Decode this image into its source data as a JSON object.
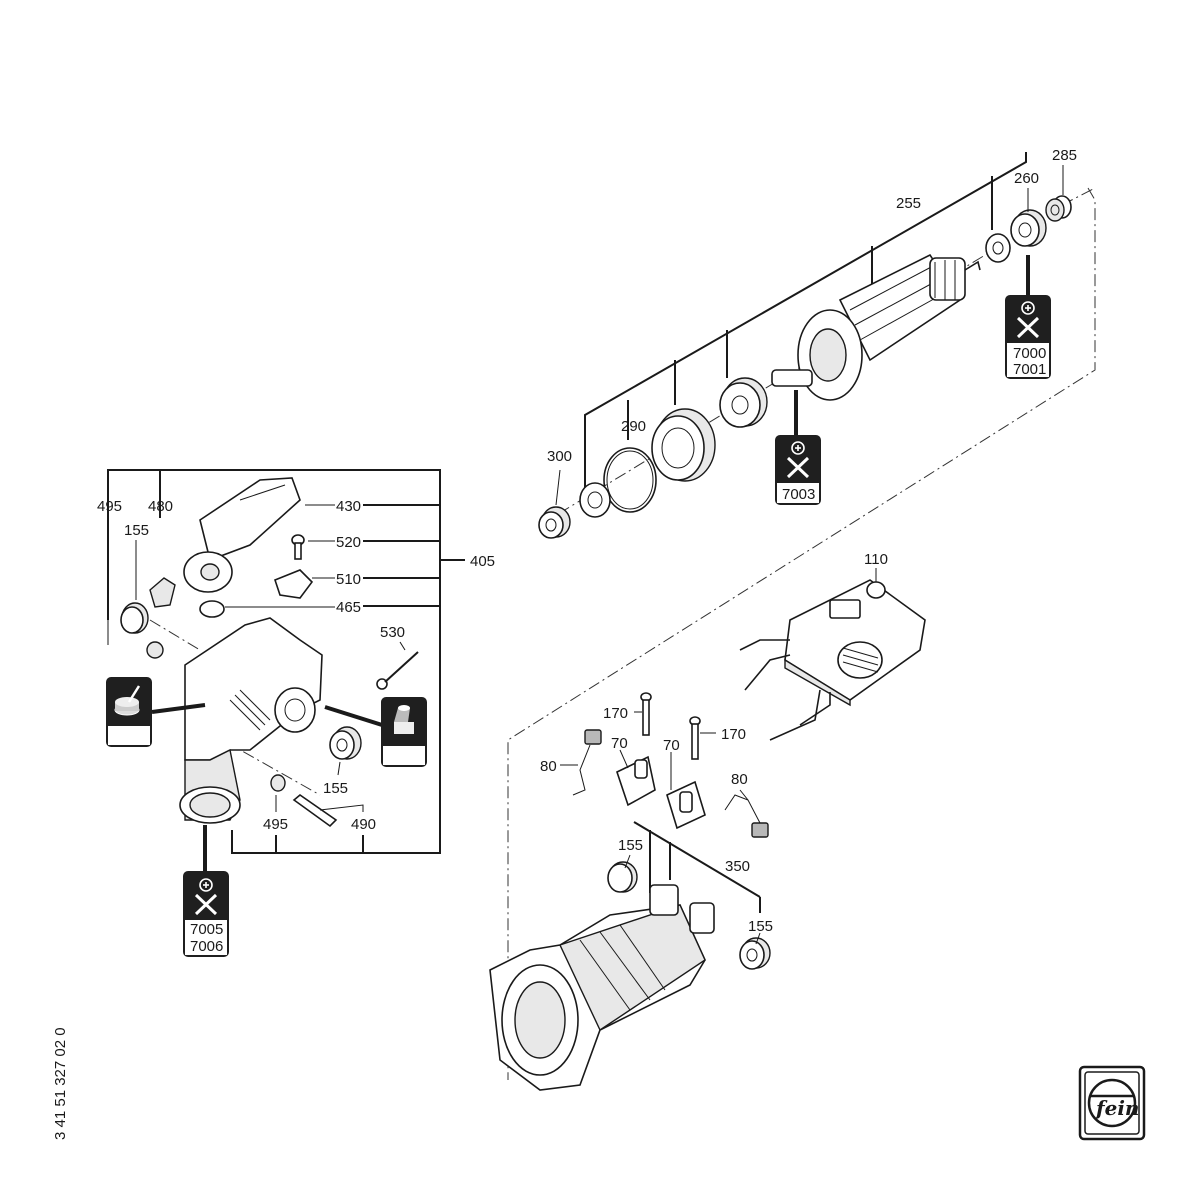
{
  "document_number": "3 41 51 327 02 0",
  "brand": "fein",
  "part_labels": {
    "p285": "285",
    "p260": "260",
    "p255": "255",
    "p290": "290",
    "p300": "300",
    "p110": "110",
    "p170a": "170",
    "p170b": "170",
    "p70a": "70",
    "p70b": "70",
    "p80a": "80",
    "p80b": "80",
    "p155c": "155",
    "p155d": "155",
    "p350": "350",
    "p495a": "495",
    "p480": "480",
    "p155a": "155",
    "p430": "430",
    "p520": "520",
    "p510": "510",
    "p465": "465",
    "p405": "405",
    "p530": "530",
    "p155b": "155",
    "p495b": "495",
    "p490": "490"
  },
  "tool_badges": [
    {
      "id": "badge-armature",
      "icon": "service-tools-icon",
      "codes": [
        "7000",
        "7001"
      ]
    },
    {
      "id": "badge-rotor",
      "icon": "service-tools-icon",
      "codes": [
        "7003"
      ]
    },
    {
      "id": "badge-gear-head",
      "icon": "service-tools-icon",
      "codes": [
        "7005",
        "7006"
      ]
    },
    {
      "id": "badge-grease",
      "icon": "grease-brush-icon",
      "codes": []
    },
    {
      "id": "badge-oil",
      "icon": "oil-can-icon",
      "codes": []
    }
  ]
}
